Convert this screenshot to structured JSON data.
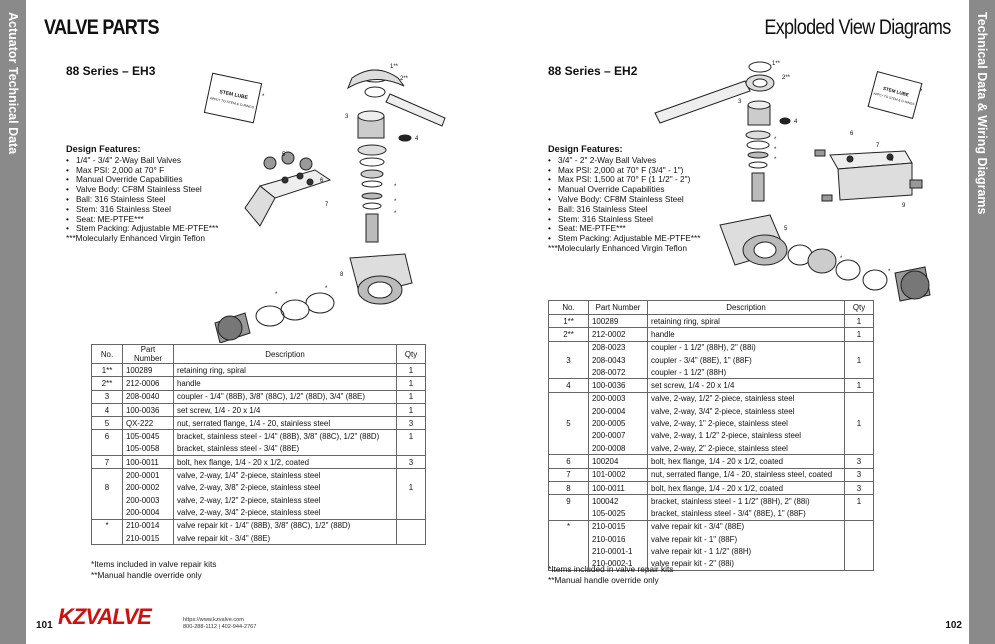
{
  "side": {
    "left_text": "Actuator Technical Data",
    "right_text": "Technical Data & Wiring Diagrams"
  },
  "header": {
    "left": "VALVE PARTS",
    "right": "Exploded View Diagrams"
  },
  "left": {
    "series": "88 Series – EH3",
    "features_title": "Design Features:",
    "features": [
      "1/4\" - 3/4\"  2-Way Ball Valves",
      "Max PSI: 2,000 at 70° F",
      "Manual Override Capabilities",
      "Valve Body: CF8M Stainless Steel",
      "Ball: 316 Stainless Steel",
      "Stem: 316 Stainless Steel",
      "Seat: ME-PTFE***",
      "Stem Packing: Adjustable ME-PTFE***"
    ],
    "features_note": "***Molecularly Enhanced Virgin Teflon",
    "diagram_labels": [
      "1**",
      "2**",
      "3",
      "4",
      "5",
      "6",
      "7",
      "8",
      "*",
      "*",
      "*",
      "*",
      "*",
      "*"
    ],
    "table_headers": [
      "No.",
      "Part Number",
      "Description",
      "Qty"
    ],
    "rows": [
      {
        "no": "1**",
        "pn": [
          "100289"
        ],
        "desc": [
          "retaining ring, spiral"
        ],
        "qty": "1"
      },
      {
        "no": "2**",
        "pn": [
          "212-0006"
        ],
        "desc": [
          "handle"
        ],
        "qty": "1"
      },
      {
        "no": "3",
        "pn": [
          "208-0040"
        ],
        "desc": [
          "coupler - 1/4\" (88B), 3/8\" (88C), 1/2\" (88D), 3/4\" (88E)"
        ],
        "qty": "1"
      },
      {
        "no": "4",
        "pn": [
          "100-0036"
        ],
        "desc": [
          "set screw, 1/4 - 20 x 1/4"
        ],
        "qty": "1"
      },
      {
        "no": "5",
        "pn": [
          "QX-222"
        ],
        "desc": [
          "nut, serrated flange, 1/4 - 20, stainless steel"
        ],
        "qty": "3"
      },
      {
        "no": "6",
        "pn": [
          "105-0045",
          "105-0058"
        ],
        "desc": [
          "bracket, stainless steel - 1/4\" (88B), 3/8\" (88C), 1/2\" (88D)",
          "bracket, stainless steel - 3/4\" (88E)"
        ],
        "qty": "1"
      },
      {
        "no": "7",
        "pn": [
          "100-0011"
        ],
        "desc": [
          "bolt, hex flange, 1/4 - 20 x 1/2, coated"
        ],
        "qty": "3"
      },
      {
        "no": "8",
        "pn": [
          "200-0001",
          "200-0002",
          "200-0003",
          "200-0004"
        ],
        "desc": [
          "valve, 2-way, 1/4\" 2-piece, stainless steel",
          "valve, 2-way, 3/8\" 2-piece, stainless steel",
          "valve, 2-way, 1/2\" 2-piece, stainless steel",
          "valve, 2-way, 3/4\" 2-piece, stainless steel"
        ],
        "qty": "1"
      },
      {
        "no": "*",
        "pn": [
          "210-0014",
          "210-0015"
        ],
        "desc": [
          "valve repair kit - 1/4\" (88B), 3/8\" (88C), 1/2\" (88D)",
          "valve repair kit - 3/4\" (88E)"
        ],
        "qty": ""
      }
    ],
    "notes": [
      "*Items included in valve repair kits",
      "**Manual handle override only"
    ],
    "page_number": "101"
  },
  "right": {
    "series": "88 Series – EH2",
    "features_title": "Design Features:",
    "features": [
      "3/4\" - 2\"  2-Way Ball Valves",
      "Max PSI: 2,000 at 70° F (3/4\" - 1\")",
      "Max PSI: 1,500 at 70° F (1 1/2\" - 2\")",
      "Manual Override Capabilities",
      "Valve Body: CF8M Stainless Steel",
      "Ball: 316 Stainless Steel",
      "Stem: 316 Stainless Steel",
      "Seat: ME-PTFE***",
      "Stem Packing: Adjustable ME-PTFE***"
    ],
    "features_note": "***Molecularly Enhanced Virgin Teflon",
    "diagram_labels": [
      "1**",
      "2**",
      "3",
      "4",
      "5",
      "6",
      "7",
      "8",
      "9",
      "*",
      "*",
      "*",
      "*",
      "*",
      "*"
    ],
    "table_headers": [
      "No.",
      "Part Number",
      "Description",
      "Qty"
    ],
    "rows": [
      {
        "no": "1**",
        "pn": [
          "100289"
        ],
        "desc": [
          "retaining ring, spiral"
        ],
        "qty": "1"
      },
      {
        "no": "2**",
        "pn": [
          "212-0002"
        ],
        "desc": [
          "handle"
        ],
        "qty": "1"
      },
      {
        "no": "3",
        "pn": [
          "208-0023",
          "208-0043",
          "208-0072"
        ],
        "desc": [
          "coupler - 1 1/2\" (88H), 2\" (88i)",
          "coupler - 3/4\" (88E), 1\" (88F)",
          "coupler - 1 1/2\" (88H)"
        ],
        "qty": "1"
      },
      {
        "no": "4",
        "pn": [
          "100-0036"
        ],
        "desc": [
          "set screw, 1/4 - 20 x 1/4"
        ],
        "qty": "1"
      },
      {
        "no": "5",
        "pn": [
          "200-0003",
          "200-0004",
          "200-0005",
          "200-0007",
          "200-0008"
        ],
        "desc": [
          "valve, 2-way, 1/2\"  2-piece, stainless steel",
          "valve, 2-way, 3/4\"  2-piece, stainless steel",
          "valve, 2-way, 1\"  2-piece, stainless steel",
          "valve, 2-way, 1 1/2\"  2-piece, stainless steel",
          "valve, 2-way, 2\"  2-piece, stainless steel"
        ],
        "qty": "1"
      },
      {
        "no": "6",
        "pn": [
          "100204"
        ],
        "desc": [
          "bolt, hex flange, 1/4 - 20 x 1/2, coated"
        ],
        "qty": "3"
      },
      {
        "no": "7",
        "pn": [
          "101-0002"
        ],
        "desc": [
          "nut, serrated flange, 1/4 - 20, stainless steel, coated"
        ],
        "qty": "3"
      },
      {
        "no": "8",
        "pn": [
          "100-0011"
        ],
        "desc": [
          "bolt, hex flange, 1/4 - 20 x 1/2, coated"
        ],
        "qty": "3"
      },
      {
        "no": "9",
        "pn": [
          "100042",
          "105-0025"
        ],
        "desc": [
          "bracket, stainless steel - 1 1/2\" (88H), 2\" (88i)",
          "bracket, stainless steel - 3/4\" (88E), 1\" (88F)"
        ],
        "qty": "1"
      },
      {
        "no": "*",
        "pn": [
          "210-0015",
          "210-0016",
          "210-0001-1",
          "210-0002-1"
        ],
        "desc": [
          "valve repair kit - 3/4\" (88E)",
          "valve repair kit - 1\" (88F)",
          "valve repair kit - 1 1/2\" (88H)",
          "valve repair kit - 2\" (88i)"
        ],
        "qty": ""
      }
    ],
    "notes": [
      "*Items included in valve repair kits",
      "**Manual handle override only"
    ],
    "page_number": "102"
  },
  "footer": {
    "logo": "KZVALVE",
    "contact": [
      "https://www.kzvalve.com",
      "800-288-1112 | 402-944-2767"
    ]
  },
  "stem_lube_tag": [
    "STEM LUBE",
    "APPLY TO STEM & O-RINGS"
  ]
}
